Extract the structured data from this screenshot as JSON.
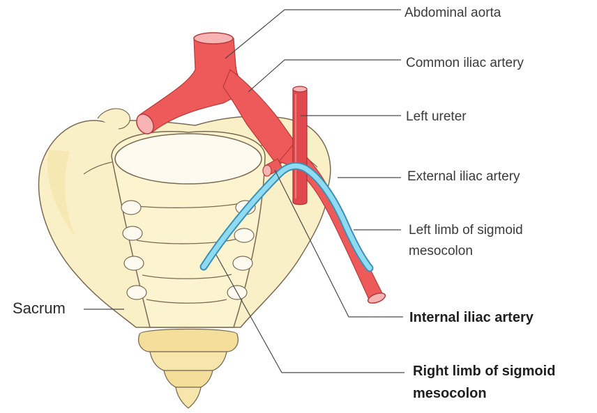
{
  "labels": {
    "abdominal_aorta": "Abdominal aorta",
    "common_iliac_artery": "Common iliac artery",
    "left_ureter": "Left ureter",
    "external_iliac_artery": "External iliac artery",
    "left_limb_line1": "Left limb of sigmoid",
    "left_limb_line2": "mesocolon",
    "internal_iliac_artery": "Internal iliac artery",
    "right_limb_line1": "Right limb of sigmoid",
    "right_limb_line2": "mesocolon",
    "sacrum": "Sacrum"
  },
  "colors": {
    "artery": "#ee5a5a",
    "artery_dark": "#b83a3a",
    "mesocolon_line": "#8fdcf2",
    "bone": "#fbf0c4",
    "outline": "#7a6a55"
  }
}
